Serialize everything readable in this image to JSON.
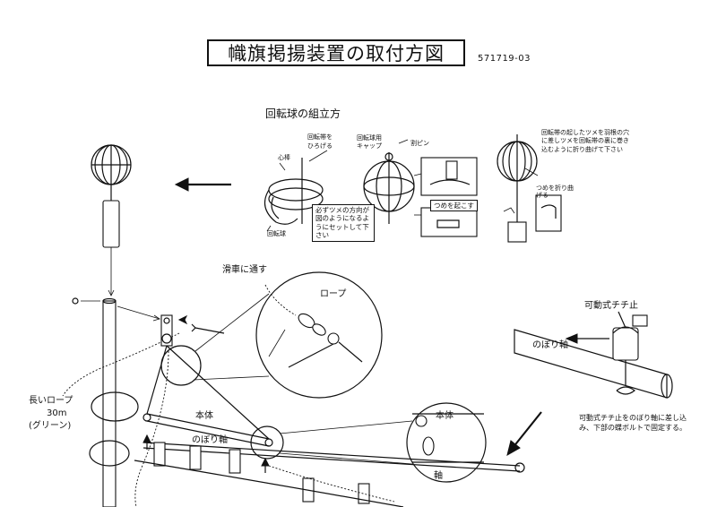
{
  "title": "幟旗掲揚装置の取付方図",
  "doc_number": "571719-03",
  "assembly": {
    "heading": "回転球の組立方",
    "labels": {
      "core_rod": "心棒",
      "band_spread_line1": "回転帯を",
      "band_spread_line2": "ひろげる",
      "ball_label": "回転球",
      "claw_note": "必ずツメの方向が図のようになるようにセットして下さい",
      "cap_line1": "回転球用",
      "cap_line2": "キャップ",
      "split_pin": "割ピン",
      "bend_claw": "つめを起こす",
      "right_note": "回転帯の起したツメを羽根の穴に差しツメを回転帯の裏に巻き込むように折り曲げて下さい",
      "fold_claw": "つめを折り曲げる"
    }
  },
  "main": {
    "through_pulley": "滑車に通す",
    "rope": "ロープ",
    "long_rope_line1": "長いロープ",
    "long_rope_line2": "30m",
    "long_rope_line3": "(グリーン)",
    "body_label": "本体",
    "banner_axis": "のぼり軸",
    "detail_body": "本体",
    "detail_axis": "軸"
  },
  "stopper": {
    "title": "可動式チチ止",
    "axis_label": "のぼり軸",
    "instruction": "可動式チチ止をのぼり軸に差し込み、下部の蝶ボルトで固定する。"
  }
}
